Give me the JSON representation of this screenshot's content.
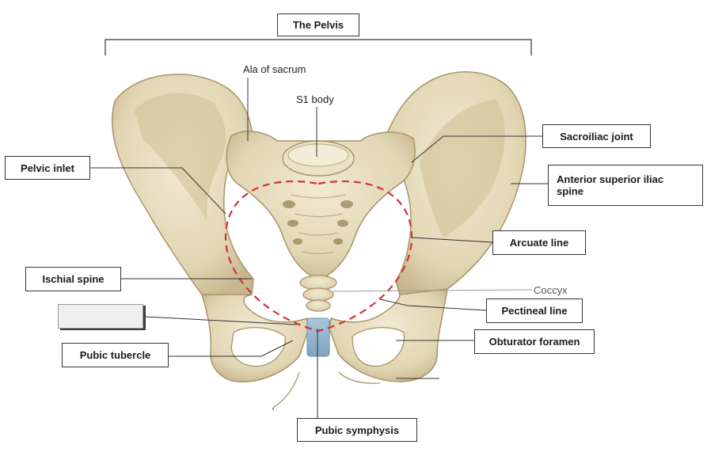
{
  "title": "The Pelvis",
  "plain_labels": {
    "ala_of_sacrum": "Ala of sacrum",
    "s1_body": "S1 body",
    "coccyx": "Coccyx"
  },
  "boxed_labels": {
    "sacroiliac_joint": "Sacroiliac joint",
    "anterior_superior_iliac_spine": "Anterior superior iliac\nspine",
    "pelvic_inlet": "Pelvic inlet",
    "arcuate_line": "Arcuate line",
    "ischial_spine": "Ischial spine",
    "pectineal_line": "Pectineal line",
    "pubic_tubercle": "Pubic tubercle",
    "obturator_foramen": "Obturator  foramen",
    "pubic_symphysis": "Pubic symphysis"
  },
  "blank_label": "",
  "colors": {
    "bone": "#e2d6b4",
    "bone_shadow": "#b9a77c",
    "bone_highlight": "#f1e9d1",
    "cartilage": "#8fb2cc",
    "inlet_dash": "#d0333a",
    "leader": "#333333",
    "coccyx_leader": "#9a9a9a"
  }
}
